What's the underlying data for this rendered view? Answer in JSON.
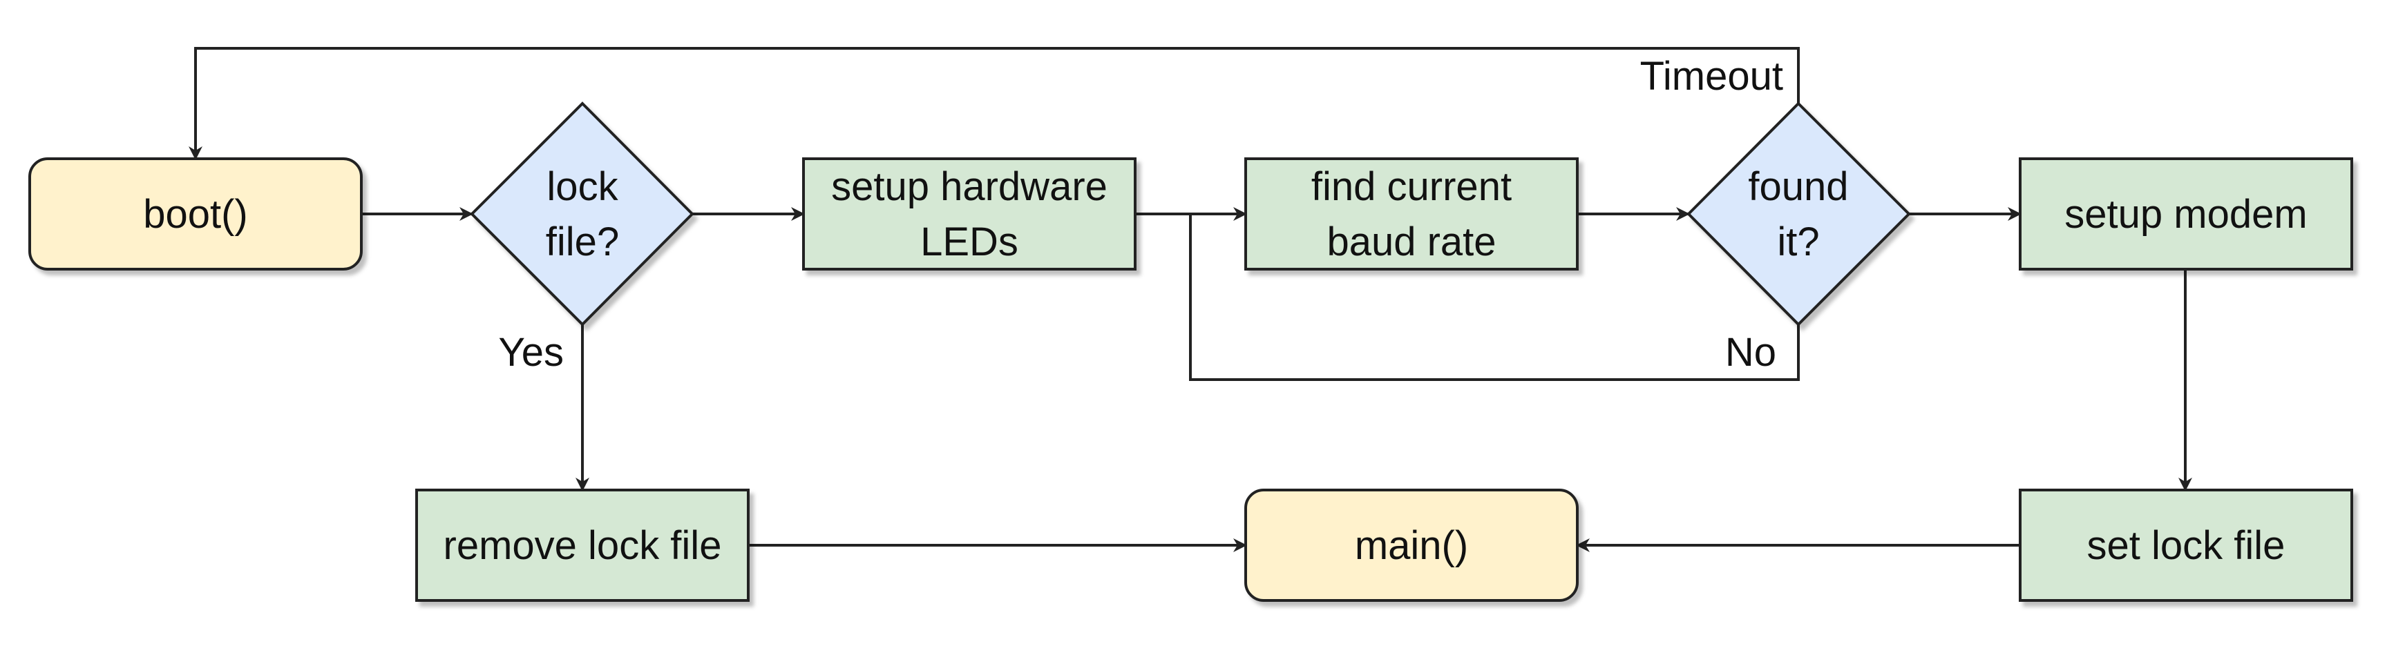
{
  "colors": {
    "terminal_fill": "#fff2cc",
    "process_fill": "#d5e8d4",
    "decision_fill": "#dae8fc",
    "stroke": "#222222",
    "text": "#111111"
  },
  "nodes": {
    "boot": {
      "label": "boot()"
    },
    "lock_file": {
      "label_line1": "lock",
      "label_line2": "file?"
    },
    "setup_hardware": {
      "label_line1": "setup hardware",
      "label_line2": "LEDs"
    },
    "find_baud": {
      "label_line1": "find current",
      "label_line2": "baud rate"
    },
    "found": {
      "label_line1": "found",
      "label_line2": "it?"
    },
    "setup_modem": {
      "label": "setup modem"
    },
    "remove_lock": {
      "label": "remove lock file"
    },
    "main": {
      "label": "main()"
    },
    "set_lock": {
      "label": "set lock file"
    }
  },
  "edge_labels": {
    "timeout": "Timeout",
    "yes": "Yes",
    "no": "No"
  }
}
